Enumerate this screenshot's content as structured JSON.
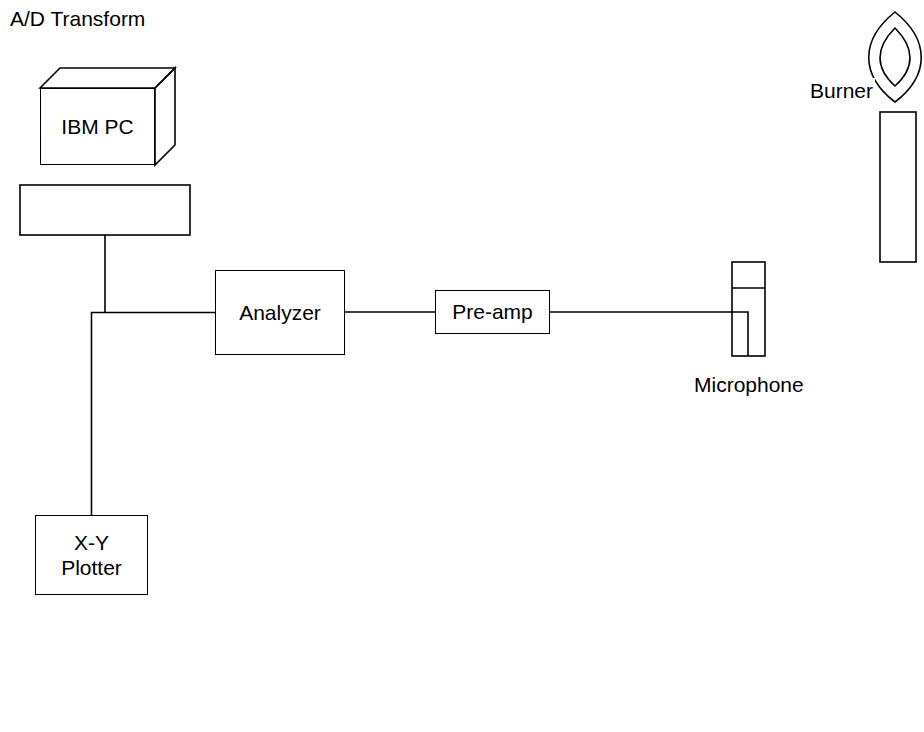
{
  "diagram": {
    "nodes": [
      {
        "text": [
          "IBM PC"
        ]
      },
      {
        "text": [
          "Analyzer"
        ]
      },
      {
        "text": [
          "Pre-amp"
        ]
      },
      {
        "text": [
          "X-Y Plotter"
        ]
      }
    ],
    "edges": [
      {
        "from": 2,
        "to": 1,
        "arrow": "none"
      },
      {
        "from": 1,
        "to": 3,
        "arrow": "none"
      }
    ],
    "labels": [
      "A/D Transform",
      "Burner",
      "Microphone"
    ]
  }
}
